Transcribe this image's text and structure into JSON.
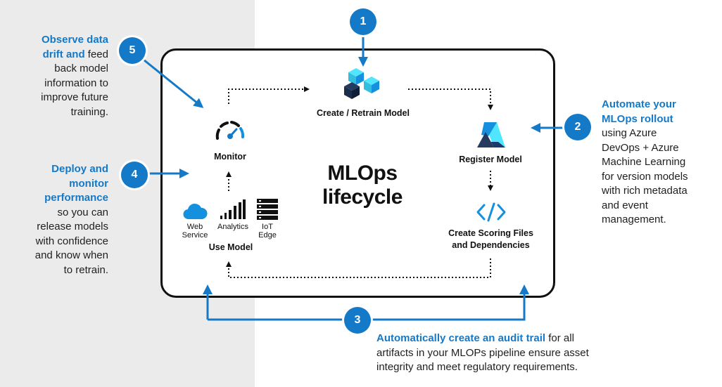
{
  "diagram": {
    "center_title_line1": "MLOps",
    "center_title_line2": "lifecycle"
  },
  "steps": {
    "create": {
      "label": "Create / Retrain Model",
      "icon": "cubes-icon"
    },
    "register": {
      "label": "Register Model",
      "icon": "azure-ml-icon"
    },
    "scoring": {
      "label_line1": "Create Scoring Files",
      "label_line2": "and Dependencies",
      "icon": "code-icon"
    },
    "use": {
      "label": "Use Model",
      "items": {
        "web_service": {
          "line1": "Web",
          "line2": "Service",
          "icon": "cloud-icon"
        },
        "analytics": {
          "line1": "Analytics",
          "icon": "bar-chart-icon"
        },
        "iot_edge": {
          "line1": "IoT",
          "line2": "Edge",
          "icon": "server-icon"
        }
      }
    },
    "monitor": {
      "label": "Monitor",
      "icon": "gauge-icon"
    }
  },
  "badges": [
    "1",
    "2",
    "3",
    "4",
    "5"
  ],
  "notes": {
    "observe": {
      "bold1": "Observe data",
      "bold2": "drift and",
      "t1": " feed",
      "t2": "back model",
      "t3": "information to",
      "t4": "improve future",
      "t5": "training."
    },
    "deploy": {
      "bold1": "Deploy and",
      "bold2": "monitor",
      "bold3": "performance",
      "t1": "so you can",
      "t2": "release models",
      "t3": "with confidence",
      "t4": "and know when",
      "t5": "to retrain."
    },
    "automate": {
      "bold1": "Automate your",
      "bold2": "MLOps rollout",
      "t1": "using Azure",
      "t2": "DevOps + Azure",
      "t3": "Machine Learning",
      "t4": "for version models",
      "t5": "with rich metadata",
      "t6": "and event",
      "t7": "management."
    },
    "audit": {
      "bold": "Automatically create an audit trail",
      "t1": " for all",
      "t2": "artifacts in your MLOPs pipeline ensure asset",
      "t3": "integrity and meet regulatory requirements."
    }
  },
  "colors": {
    "accent": "#1479c7",
    "frame": "#111111",
    "left_panel": "#ebebeb"
  }
}
